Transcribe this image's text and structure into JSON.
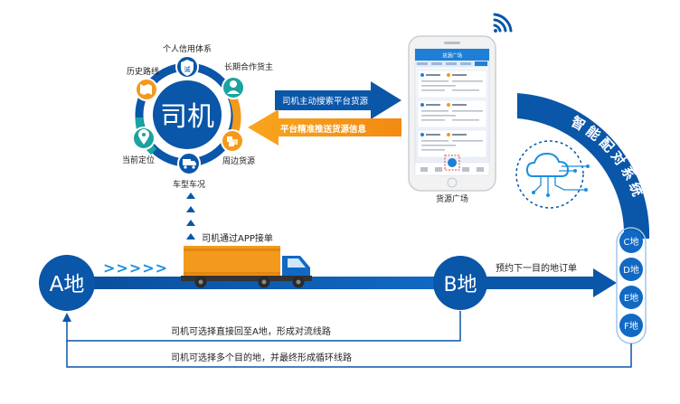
{
  "driver_hub": {
    "center": "司机",
    "nodes": [
      "个人信用体系",
      "长期合作货主",
      "周边货源",
      "车型车况",
      "当前定位",
      "历史路线"
    ],
    "badge": "诚"
  },
  "arrows": {
    "driver_search": "司机主动搜索平台货源",
    "platform_push": "平台精准推送货源信息"
  },
  "phone": {
    "app_title": "货源广场",
    "caption": "货源广场"
  },
  "matching": {
    "label": "智能配对系统"
  },
  "flow": {
    "app_order": "司机通过APP接单",
    "chevrons": ">>>>>",
    "point_a": "A地",
    "point_b": "B地",
    "book_next": "预约下一目的地订单",
    "destinations": [
      "C地",
      "D地",
      "E地",
      "F地"
    ],
    "return_route": "司机可选择直接回至A地，形成对流线路",
    "loop_route": "司机可选择多个目的地，并最终形成循环线路"
  },
  "colors": {
    "primary": "#0a56a8",
    "accent": "#f39a1c",
    "teal": "#1aa3a0",
    "cyan": "#1a8fe0",
    "light_blue": "#9fc7ea"
  }
}
